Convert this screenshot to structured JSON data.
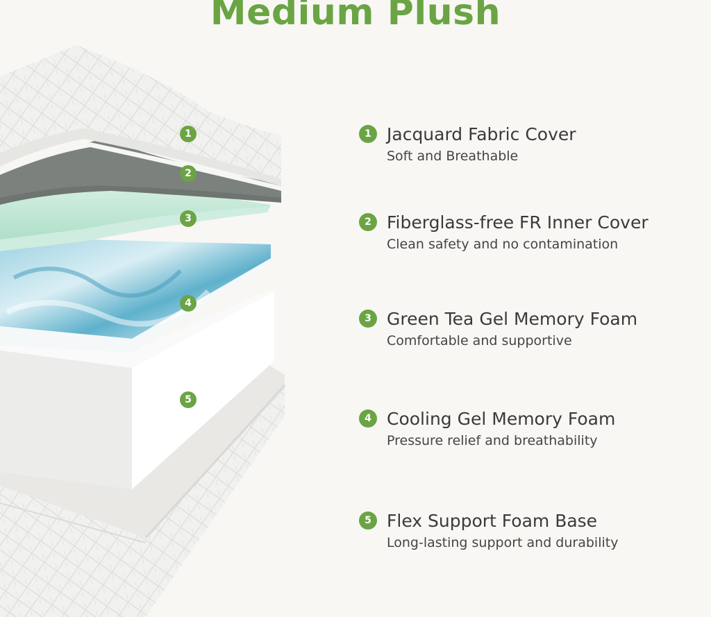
{
  "title": "Medium Plush",
  "colors": {
    "accent": "#6ba444",
    "cover": "#f2f2f0",
    "inner_cover": "#7b817c",
    "green_tea_foam": "#bfe6d4",
    "gel_foam": "#7ec4d8",
    "support_foam": "#f3f3f3"
  },
  "layers": [
    {
      "number": "1",
      "name": "Jacquard Fabric Cover",
      "description": "Soft and Breathable"
    },
    {
      "number": "2",
      "name": "Fiberglass-free FR Inner Cover",
      "description": "Clean safety and no contamination"
    },
    {
      "number": "3",
      "name": "Green Tea Gel Memory Foam",
      "description": "Comfortable and supportive"
    },
    {
      "number": "4",
      "name": "Cooling Gel Memory Foam",
      "description": "Pressure relief and breathability"
    },
    {
      "number": "5",
      "name": "Flex Support Foam Base",
      "description": "Long-lasting support and durability"
    }
  ]
}
